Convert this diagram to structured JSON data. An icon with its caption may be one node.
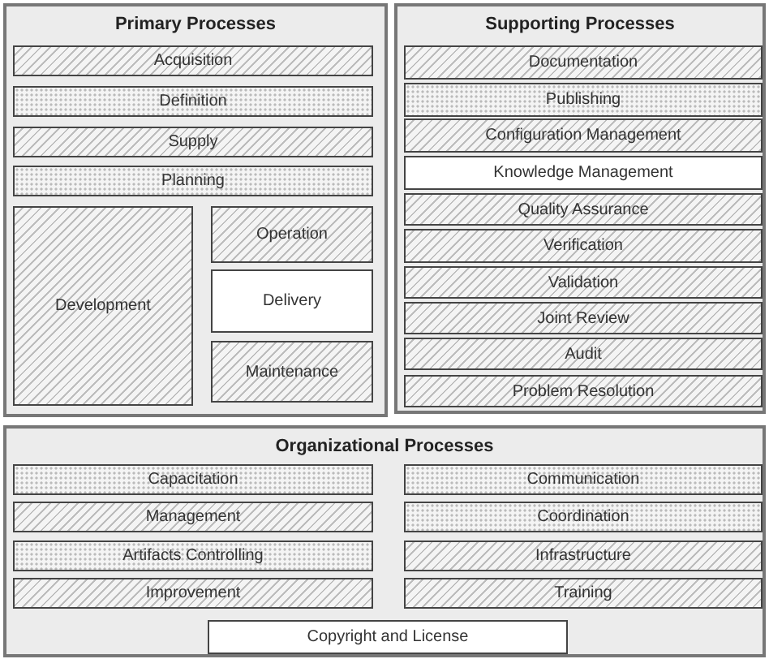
{
  "diagram": {
    "nodes": [
      {
        "text": [
          "Primary Processes"
        ]
      },
      {
        "text": [
          "Acquisition"
        ],
        "in": 0
      },
      {
        "text": [
          "Definition"
        ],
        "in": 0
      },
      {
        "text": [
          "Supply"
        ],
        "in": 0
      },
      {
        "text": [
          "Planning"
        ],
        "in": 0
      },
      {
        "text": [
          "Development"
        ],
        "in": 0
      },
      {
        "text": [
          "Operation"
        ],
        "in": 0
      },
      {
        "text": [
          "Delivery"
        ],
        "in": 0
      },
      {
        "text": [
          "Maintenance"
        ],
        "in": 0
      },
      {
        "text": [
          "Supporting Processes"
        ]
      },
      {
        "text": [
          "Documentation"
        ],
        "in": 9
      },
      {
        "text": [
          "Publishing"
        ],
        "in": 9
      },
      {
        "text": [
          "Configuration Management"
        ],
        "in": 9
      },
      {
        "text": [
          "Knowledge Management"
        ],
        "in": 9
      },
      {
        "text": [
          "Quality Assurance"
        ],
        "in": 9
      },
      {
        "text": [
          "Verification"
        ],
        "in": 9
      },
      {
        "text": [
          "Validation"
        ],
        "in": 9
      },
      {
        "text": [
          "Joint Review"
        ],
        "in": 9
      },
      {
        "text": [
          "Audit"
        ],
        "in": 9
      },
      {
        "text": [
          "Problem Resolution"
        ],
        "in": 9
      },
      {
        "text": [
          "Organizational Processes"
        ]
      },
      {
        "text": [
          "Capacitation"
        ],
        "in": 20
      },
      {
        "text": [
          "Communication"
        ],
        "in": 20
      },
      {
        "text": [
          "Management"
        ],
        "in": 20
      },
      {
        "text": [
          "Coordination"
        ],
        "in": 20
      },
      {
        "text": [
          "Artifacts Controlling"
        ],
        "in": 20
      },
      {
        "text": [
          "Infrastructure"
        ],
        "in": 20
      },
      {
        "text": [
          "Improvement"
        ],
        "in": 20
      },
      {
        "text": [
          "Training"
        ],
        "in": 20
      },
      {
        "text": [
          "Copyright and License"
        ],
        "in": 20
      }
    ]
  }
}
